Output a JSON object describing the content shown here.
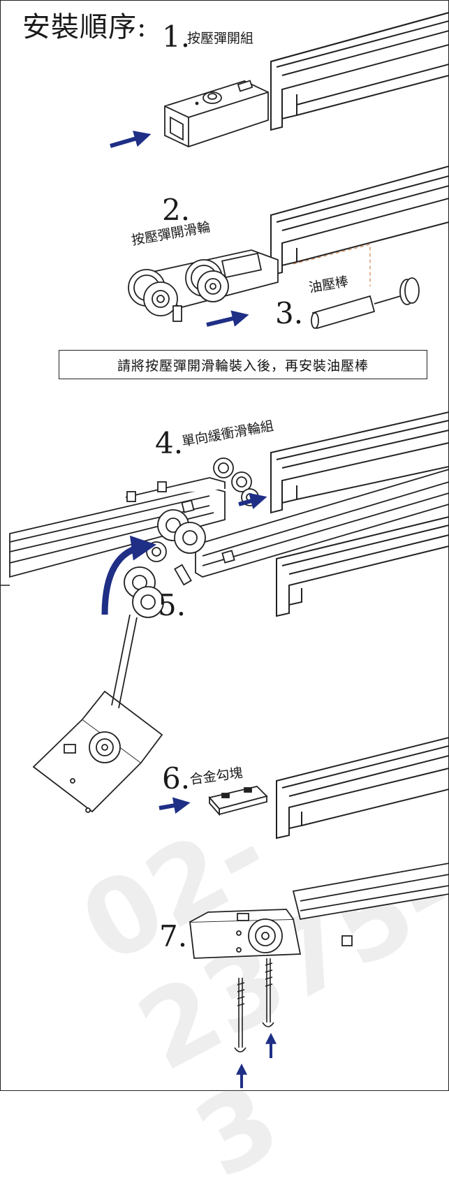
{
  "title": "安裝順序:",
  "steps": [
    {
      "num": "1.",
      "label": "按壓彈開組"
    },
    {
      "num": "2.",
      "label": "按壓彈開滑輪"
    },
    {
      "num": "3.",
      "label": "油壓棒"
    },
    {
      "num": "4.",
      "label": "單向緩衝滑輪組"
    },
    {
      "num": "5.",
      "label": ""
    },
    {
      "num": "6.",
      "label": "合金勾塊"
    },
    {
      "num": "7.",
      "label": ""
    }
  ],
  "note": "請將按壓彈開滑輪裝入後，再安裝油壓棒",
  "watermark": "02-2375-3",
  "colors": {
    "arrow": "#1f2f86",
    "line": "#222222",
    "watermark": "#969696"
  },
  "icons": [
    "arrow-right-icon",
    "curved-arrow-icon",
    "arrow-up-icon"
  ]
}
